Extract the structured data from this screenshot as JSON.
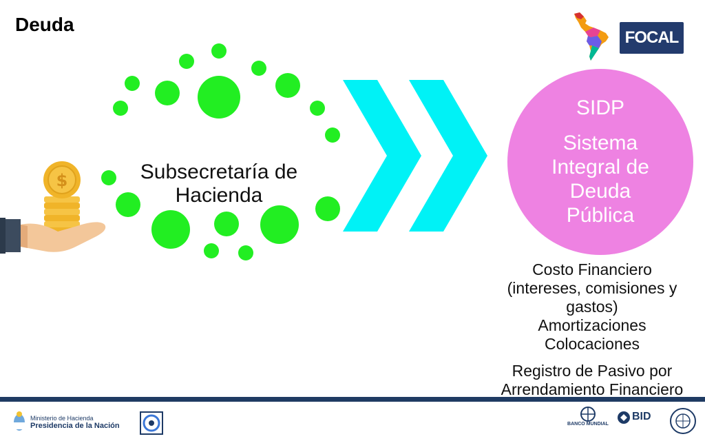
{
  "slide": {
    "title": "Deuda"
  },
  "center": {
    "label_line1": "Subsecretaría de",
    "label_line2": "Hacienda"
  },
  "sidp": {
    "acronym": "SIDP",
    "full_line1": "Sistema",
    "full_line2": "Integral de",
    "full_line3": "Deuda",
    "full_line4": "Pública",
    "circle_color": "#ee82e2"
  },
  "info": {
    "line1": "Costo Financiero",
    "line2": "(intereses, comisiones y",
    "line3": "gastos)",
    "line4": "Amortizaciones",
    "line5": "Colocaciones",
    "line6": "Registro de Pasivo por",
    "line7": "Arrendamiento Financiero"
  },
  "logos": {
    "focal": "FOCAL",
    "ministerio_line1": "Ministerio de Hacienda",
    "ministerio_line2": "Presidencia de la Nación",
    "banco_mundial": "BANCO MUNDIAL",
    "bid": "BID"
  },
  "colors": {
    "dots": "#22ee22",
    "chevrons": "#00f2f6",
    "footer_bar": "#1f3b63",
    "focal_bg": "#233b6d"
  },
  "icons": {
    "money_hand": "money-hand-icon",
    "map": "latin-america-map-icon",
    "badge": "agency-badge-icon",
    "imf": "imf-seal-icon"
  }
}
